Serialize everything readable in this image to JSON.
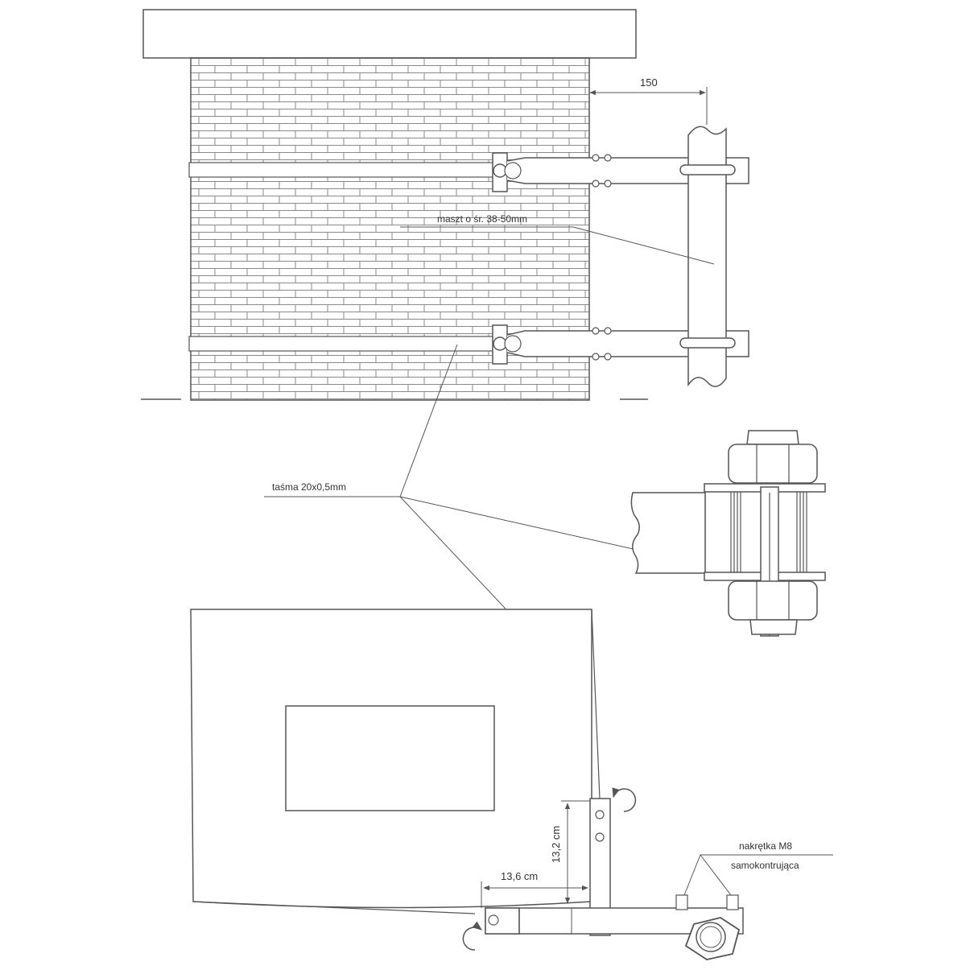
{
  "labels": {
    "dim_top": "150",
    "mast": "maszt o  śr. 38-50mm",
    "tape": "taśma 20x0,5mm",
    "dim_vertical": "13,2 cm",
    "dim_horizontal": "13,6 cm",
    "nut_line1": "nakrętka M8",
    "nut_line2": "samokontrująca"
  },
  "colors": {
    "line": "#555555",
    "brick_line": "#8a8a8a",
    "background": "#ffffff",
    "text": "#333333"
  }
}
